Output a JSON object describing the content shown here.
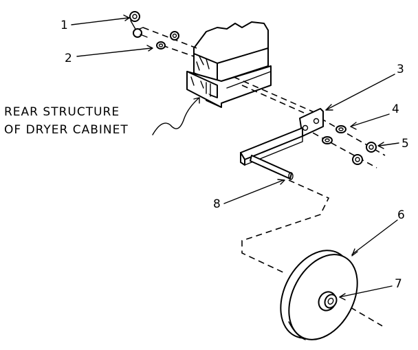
{
  "callouts": [
    {
      "id": "1",
      "label": "1"
    },
    {
      "id": "2",
      "label": "2"
    },
    {
      "id": "3",
      "label": "3"
    },
    {
      "id": "4",
      "label": "4"
    },
    {
      "id": "5",
      "label": "5"
    },
    {
      "id": "6",
      "label": "6"
    },
    {
      "id": "7",
      "label": "7"
    },
    {
      "id": "8",
      "label": "8"
    }
  ],
  "caption": {
    "line1": "REAR STRUCTURE",
    "line2": "OF DRYER CABINET"
  }
}
